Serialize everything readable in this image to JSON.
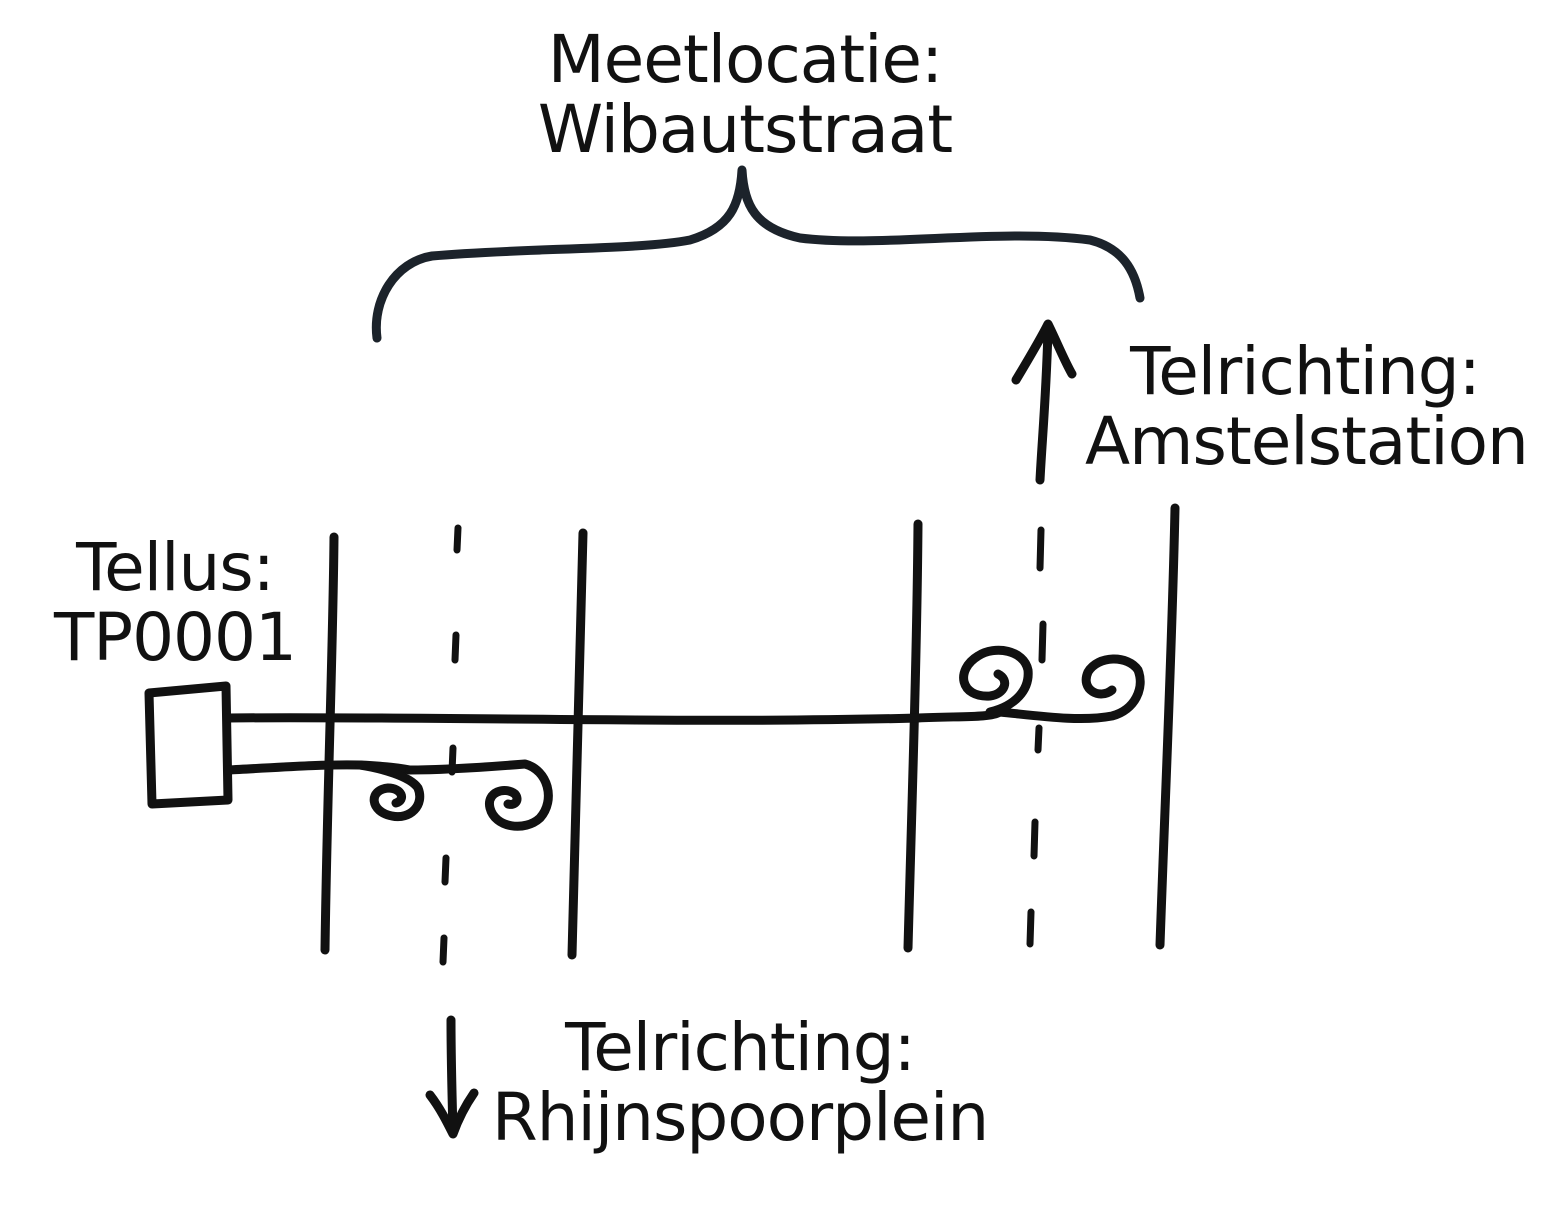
{
  "measurement_location": {
    "heading": "Meetlocatie:",
    "name": "Wibautstraat"
  },
  "direction_north": {
    "heading": "Telrichting:",
    "name": "Amstelstation"
  },
  "direction_south": {
    "heading": "Telrichting:",
    "name": "Rhijnspoorplein"
  },
  "counter": {
    "heading": "Tellus:",
    "id": "TP0001"
  },
  "colors": {
    "ink": "#111111",
    "brace": "#1c232b",
    "background": "#ffffff"
  }
}
